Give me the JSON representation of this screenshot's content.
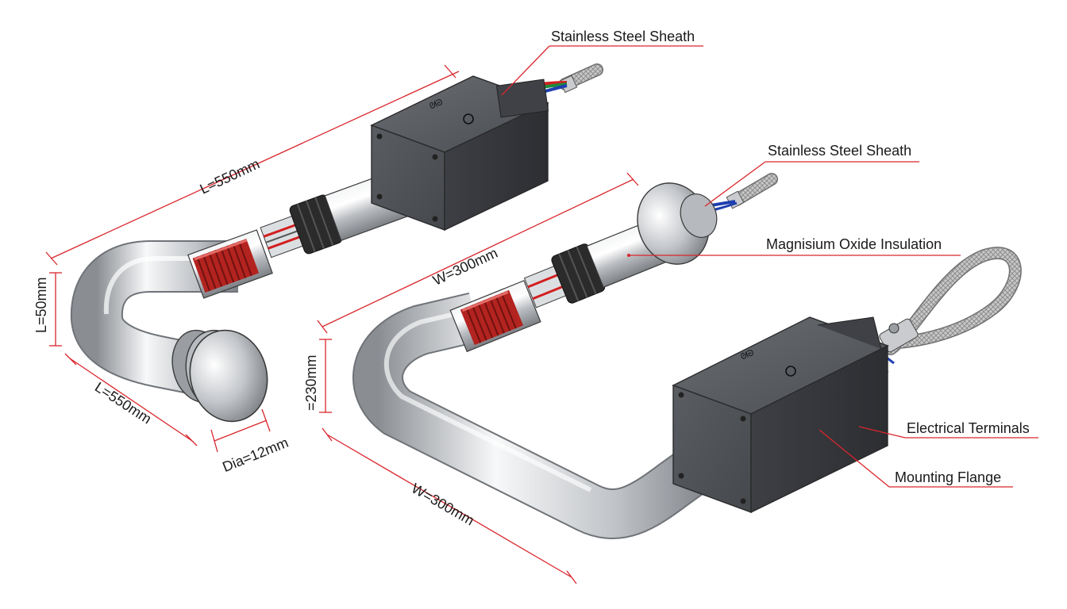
{
  "colors": {
    "dimension_line": "#d9262c",
    "housing": "#4a4c50",
    "steel": "#c9cbce",
    "coil": "#b3231f",
    "wire_red": "#d21f1f",
    "wire_green": "#1f8a3a",
    "wire_blue": "#1f3fb0",
    "collar": "#2b2b2b"
  },
  "callouts": {
    "sheath_top": "Stainless Steel Sheath",
    "sheath_mid": "Stainless Steel Sheath",
    "insulation": "Magnisium Oxide Insulation",
    "terminals": "Electrical Terminals",
    "flange": "Mounting Flange"
  },
  "dimensions": {
    "left_length_top": "L=550mm",
    "left_height": "L=50mm",
    "left_length_bottom": "L=550mm",
    "diameter": "Dia=12mm",
    "right_width_top": "W=300mm",
    "right_height": "=230mm",
    "right_width_bottom": "W=300mm"
  },
  "housing_marks": {
    "left": "ᘛᘐ",
    "right": "ᘛᘐ"
  }
}
